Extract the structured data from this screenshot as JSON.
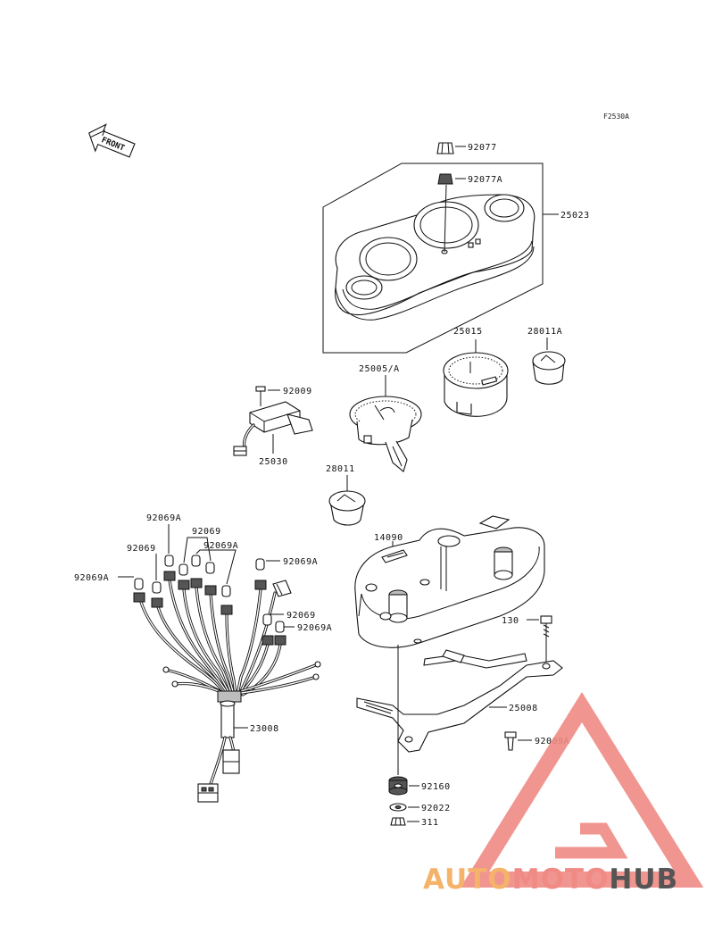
{
  "figure_code": "F2530A",
  "front_label": "FRONT",
  "callouts": {
    "p92077": "92077",
    "p92077a": "92077A",
    "p25023": "25023",
    "p25015": "25015",
    "p28011a": "28011A",
    "p92009": "92009",
    "p25005a": "25005/A",
    "p25030": "25030",
    "p28011": "28011",
    "p92069a_top": "92069A",
    "p92069_top": "92069",
    "p92069_left": "92069",
    "p92069a_mid": "92069A",
    "p92069a_left": "92069A",
    "p92069a_right": "92069A",
    "p14090": "14090",
    "p92069_r2": "92069",
    "p92069a_r2": "92069A",
    "p130": "130",
    "p25008": "25008",
    "p23008": "23008",
    "p92009a": "92009A",
    "p92160": "92160",
    "p92022": "92022",
    "p311": "311"
  },
  "watermark": {
    "part1": "AUTO",
    "part2": "MOTO",
    "part3": "HUB",
    "color_orange": "#f5b26b",
    "color_red": "#f08a85",
    "color_gray": "#555555"
  }
}
